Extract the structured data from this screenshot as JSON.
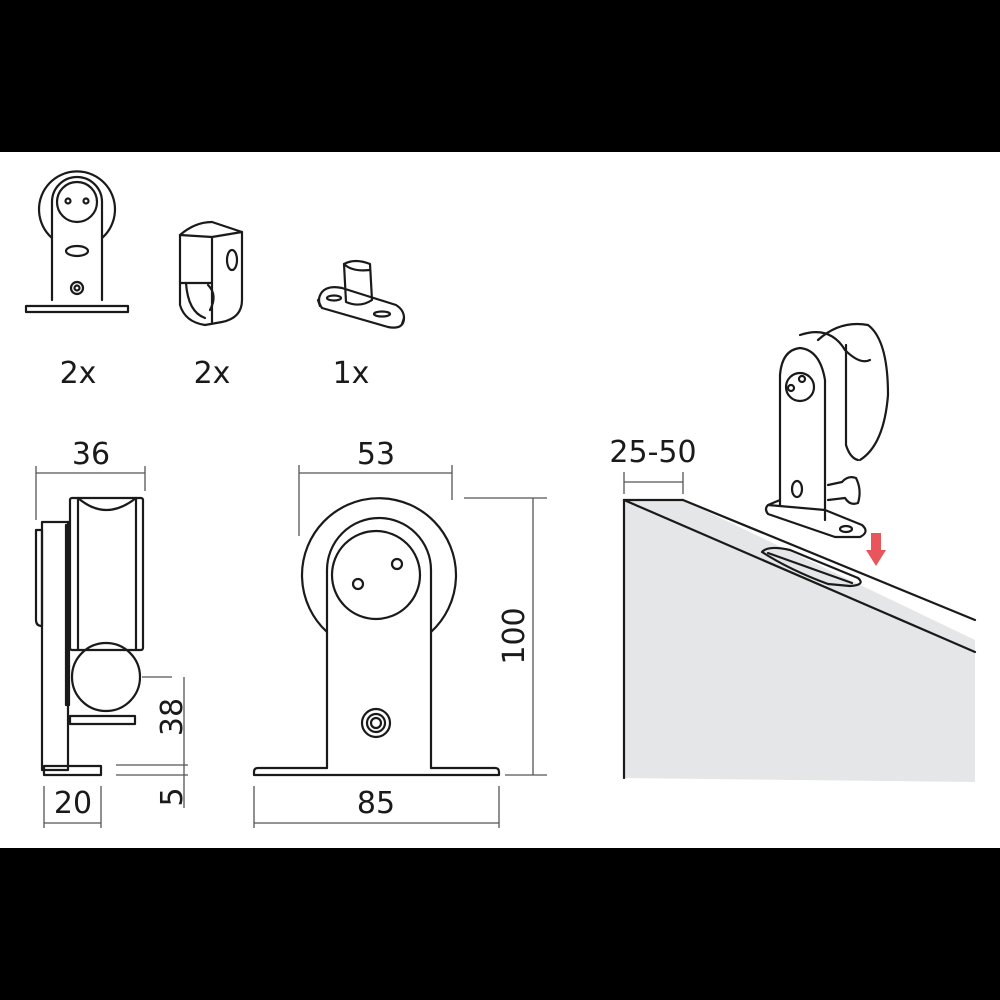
{
  "parts": [
    {
      "name": "roller-hanger",
      "quantity": "2x"
    },
    {
      "name": "anti-jump-stop",
      "quantity": "2x"
    },
    {
      "name": "floor-guide",
      "quantity": "1x"
    }
  ],
  "side_view": {
    "width_top": "36",
    "width_base": "20",
    "height_lower": "38",
    "base_thickness": "5"
  },
  "front_view": {
    "wheel_width": "53",
    "base_width": "85",
    "total_height": "100"
  },
  "door_view": {
    "door_thickness": "25-50",
    "arrow_color": "#e8555a",
    "door_color": "#e5e6e7"
  },
  "colors": {
    "frame": "#000000",
    "background": "#ffffff",
    "line": "#1a1a1a",
    "dimension_line": "#555555"
  }
}
